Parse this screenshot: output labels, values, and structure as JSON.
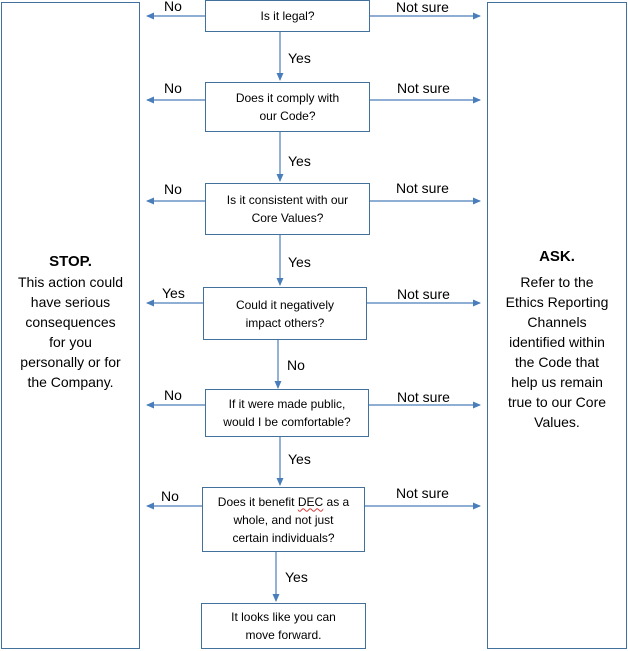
{
  "stop": {
    "title": "STOP.",
    "body": "This action could\nhave serious\nconsequences\nfor you\npersonally or for\nthe Company."
  },
  "ask": {
    "title": "ASK.",
    "body": "Refer to the\nEthics Reporting\nChannels\nidentified within\nthe Code that\nhelp us remain\ntrue to our Core\nValues."
  },
  "questions": [
    {
      "text": "Is it legal?",
      "left_label": "No",
      "right_label": "Not sure",
      "down_label": "Yes"
    },
    {
      "text": "Does it comply with\nour Code?",
      "left_label": "No",
      "right_label": "Not sure",
      "down_label": "Yes"
    },
    {
      "text": "Is it consistent with our\nCore Values?",
      "left_label": "No",
      "right_label": "Not sure",
      "down_label": "Yes"
    },
    {
      "text": "Could it negatively\nimpact others?",
      "left_label": "Yes",
      "right_label": "Not sure",
      "down_label": "No"
    },
    {
      "text": "If it were made public,\nwould I be comfortable?",
      "left_label": "No",
      "right_label": "Not sure",
      "down_label": "Yes"
    },
    {
      "text_prefix": "Does it benefit ",
      "text_flagged": "DEC",
      "text_suffix": " as a\nwhole, and not just\ncertain individuals?",
      "left_label": "No",
      "right_label": "Not sure",
      "down_label": "Yes"
    }
  ],
  "final": {
    "text": "It looks like you can\nmove forward."
  },
  "colors": {
    "border": "#41719c",
    "arrow": "#4a7ebb",
    "spellcheck": "#d43a3a"
  }
}
